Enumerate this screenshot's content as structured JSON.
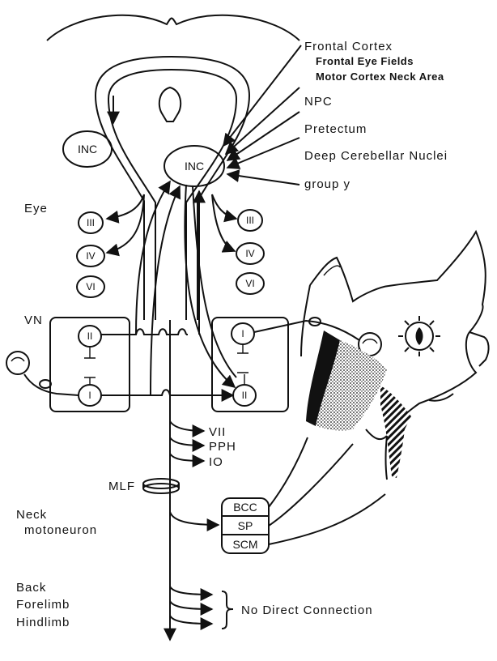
{
  "inputs": {
    "frontal_cortex": "Frontal Cortex",
    "frontal_eye_fields": "Frontal Eye Fields",
    "motor_cortex_neck_area": "Motor Cortex Neck Area",
    "npc": "NPC",
    "pretectum": "Pretectum",
    "deep_cerebellar_nuclei": "Deep Cerebellar Nuclei",
    "group_y": "group y"
  },
  "nuclei": {
    "inc_left": "INC",
    "inc_right": "INC",
    "left_iii": "III",
    "left_iv": "IV",
    "left_vi": "VI",
    "right_iii": "III",
    "right_iv": "IV",
    "right_vi": "VI",
    "vn_left_upper": "II",
    "vn_left_lower": "I",
    "vn_right_upper": "I",
    "vn_right_lower": "II"
  },
  "labels": {
    "eye": "Eye",
    "vn": "VN",
    "mlf": "MLF",
    "neck": "Neck",
    "motoneuron": "motoneuron",
    "back": "Back",
    "forelimb": "Forelimb",
    "hindlimb": "Hindlimb",
    "no_direct_connection": "No Direct Connection",
    "brainstem_targets": [
      "VII",
      "PPH",
      "IO"
    ]
  },
  "muscles": [
    "BCC",
    "SP",
    "SCM"
  ]
}
